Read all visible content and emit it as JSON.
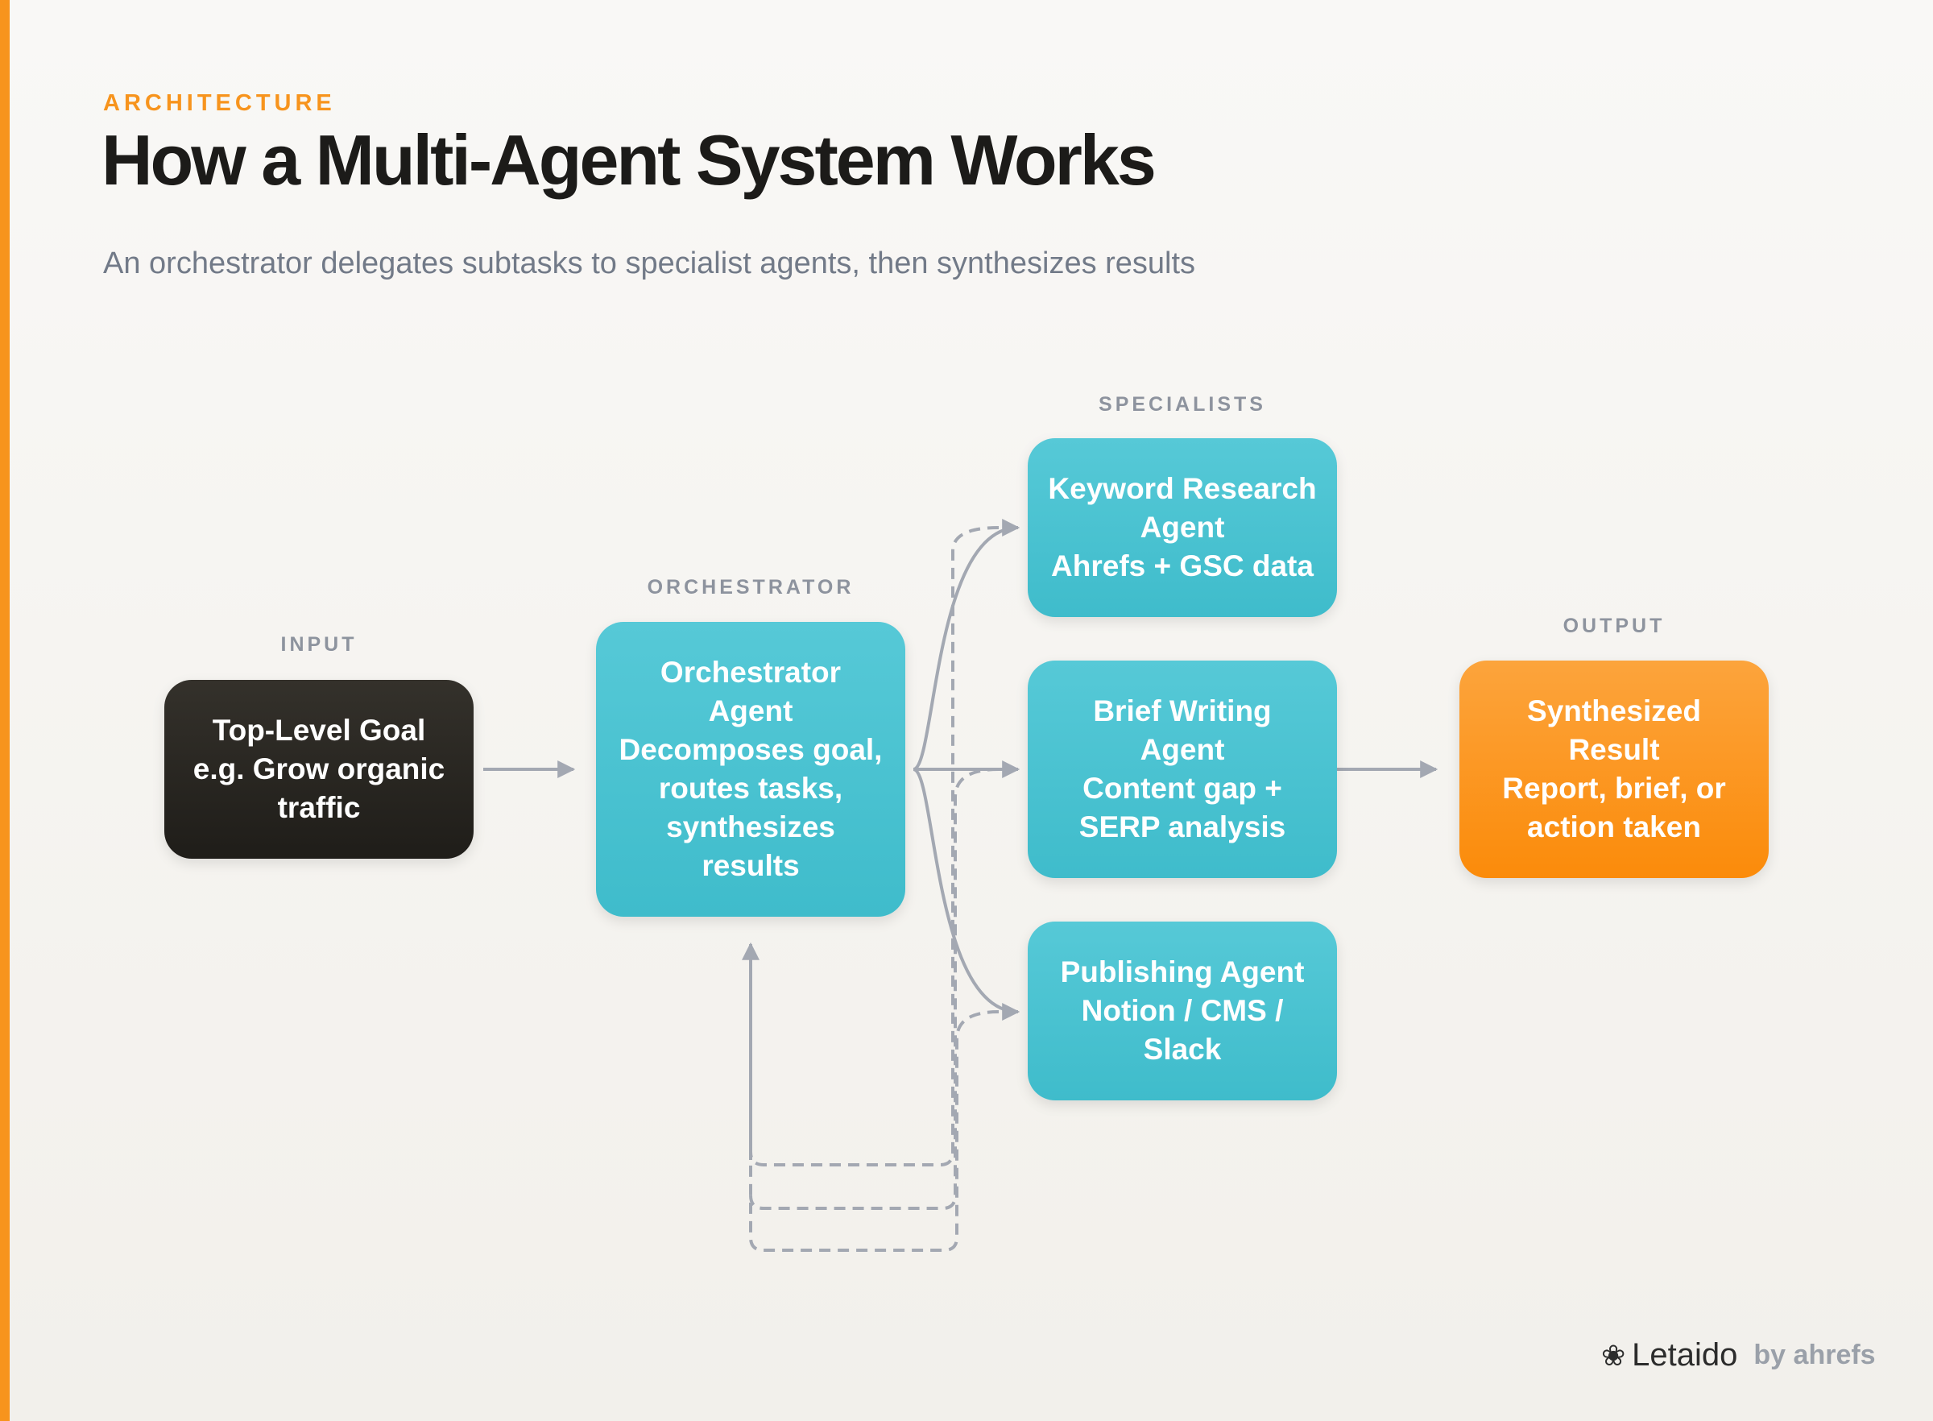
{
  "header": {
    "eyebrow": "ARCHITECTURE",
    "title": "How a Multi-Agent System Works",
    "subtitle": "An orchestrator delegates subtasks to specialist agents, then synthesizes results"
  },
  "sections": {
    "input": "INPUT",
    "orchestrator": "ORCHESTRATOR",
    "specialists": "SPECIALISTS",
    "output": "OUTPUT"
  },
  "nodes": {
    "input": {
      "title": "Top-Level Goal",
      "detail": "e.g. Grow organic traffic"
    },
    "orchestrator": {
      "title": "Orchestrator Agent",
      "detail": "Decomposes goal, routes tasks, synthesizes results"
    },
    "keyword": {
      "title": "Keyword Research Agent",
      "detail": "Ahrefs + GSC data"
    },
    "brief": {
      "title": "Brief Writing Agent",
      "detail": "Content gap + SERP analysis"
    },
    "publishing": {
      "title": "Publishing Agent",
      "detail": "Notion / CMS / Slack"
    },
    "output": {
      "title": "Synthesized Result",
      "detail": "Report, brief, or action taken"
    }
  },
  "branding": {
    "logo_icon": "clover-knot-icon",
    "name": "Letaido",
    "by": "by ahrefs"
  },
  "colors": {
    "accent": "#f7941d",
    "input_node": "#24221e",
    "agent_node": "#4ac2d1",
    "output_node": "#fb8f12",
    "connector": "#a3a8b2"
  }
}
